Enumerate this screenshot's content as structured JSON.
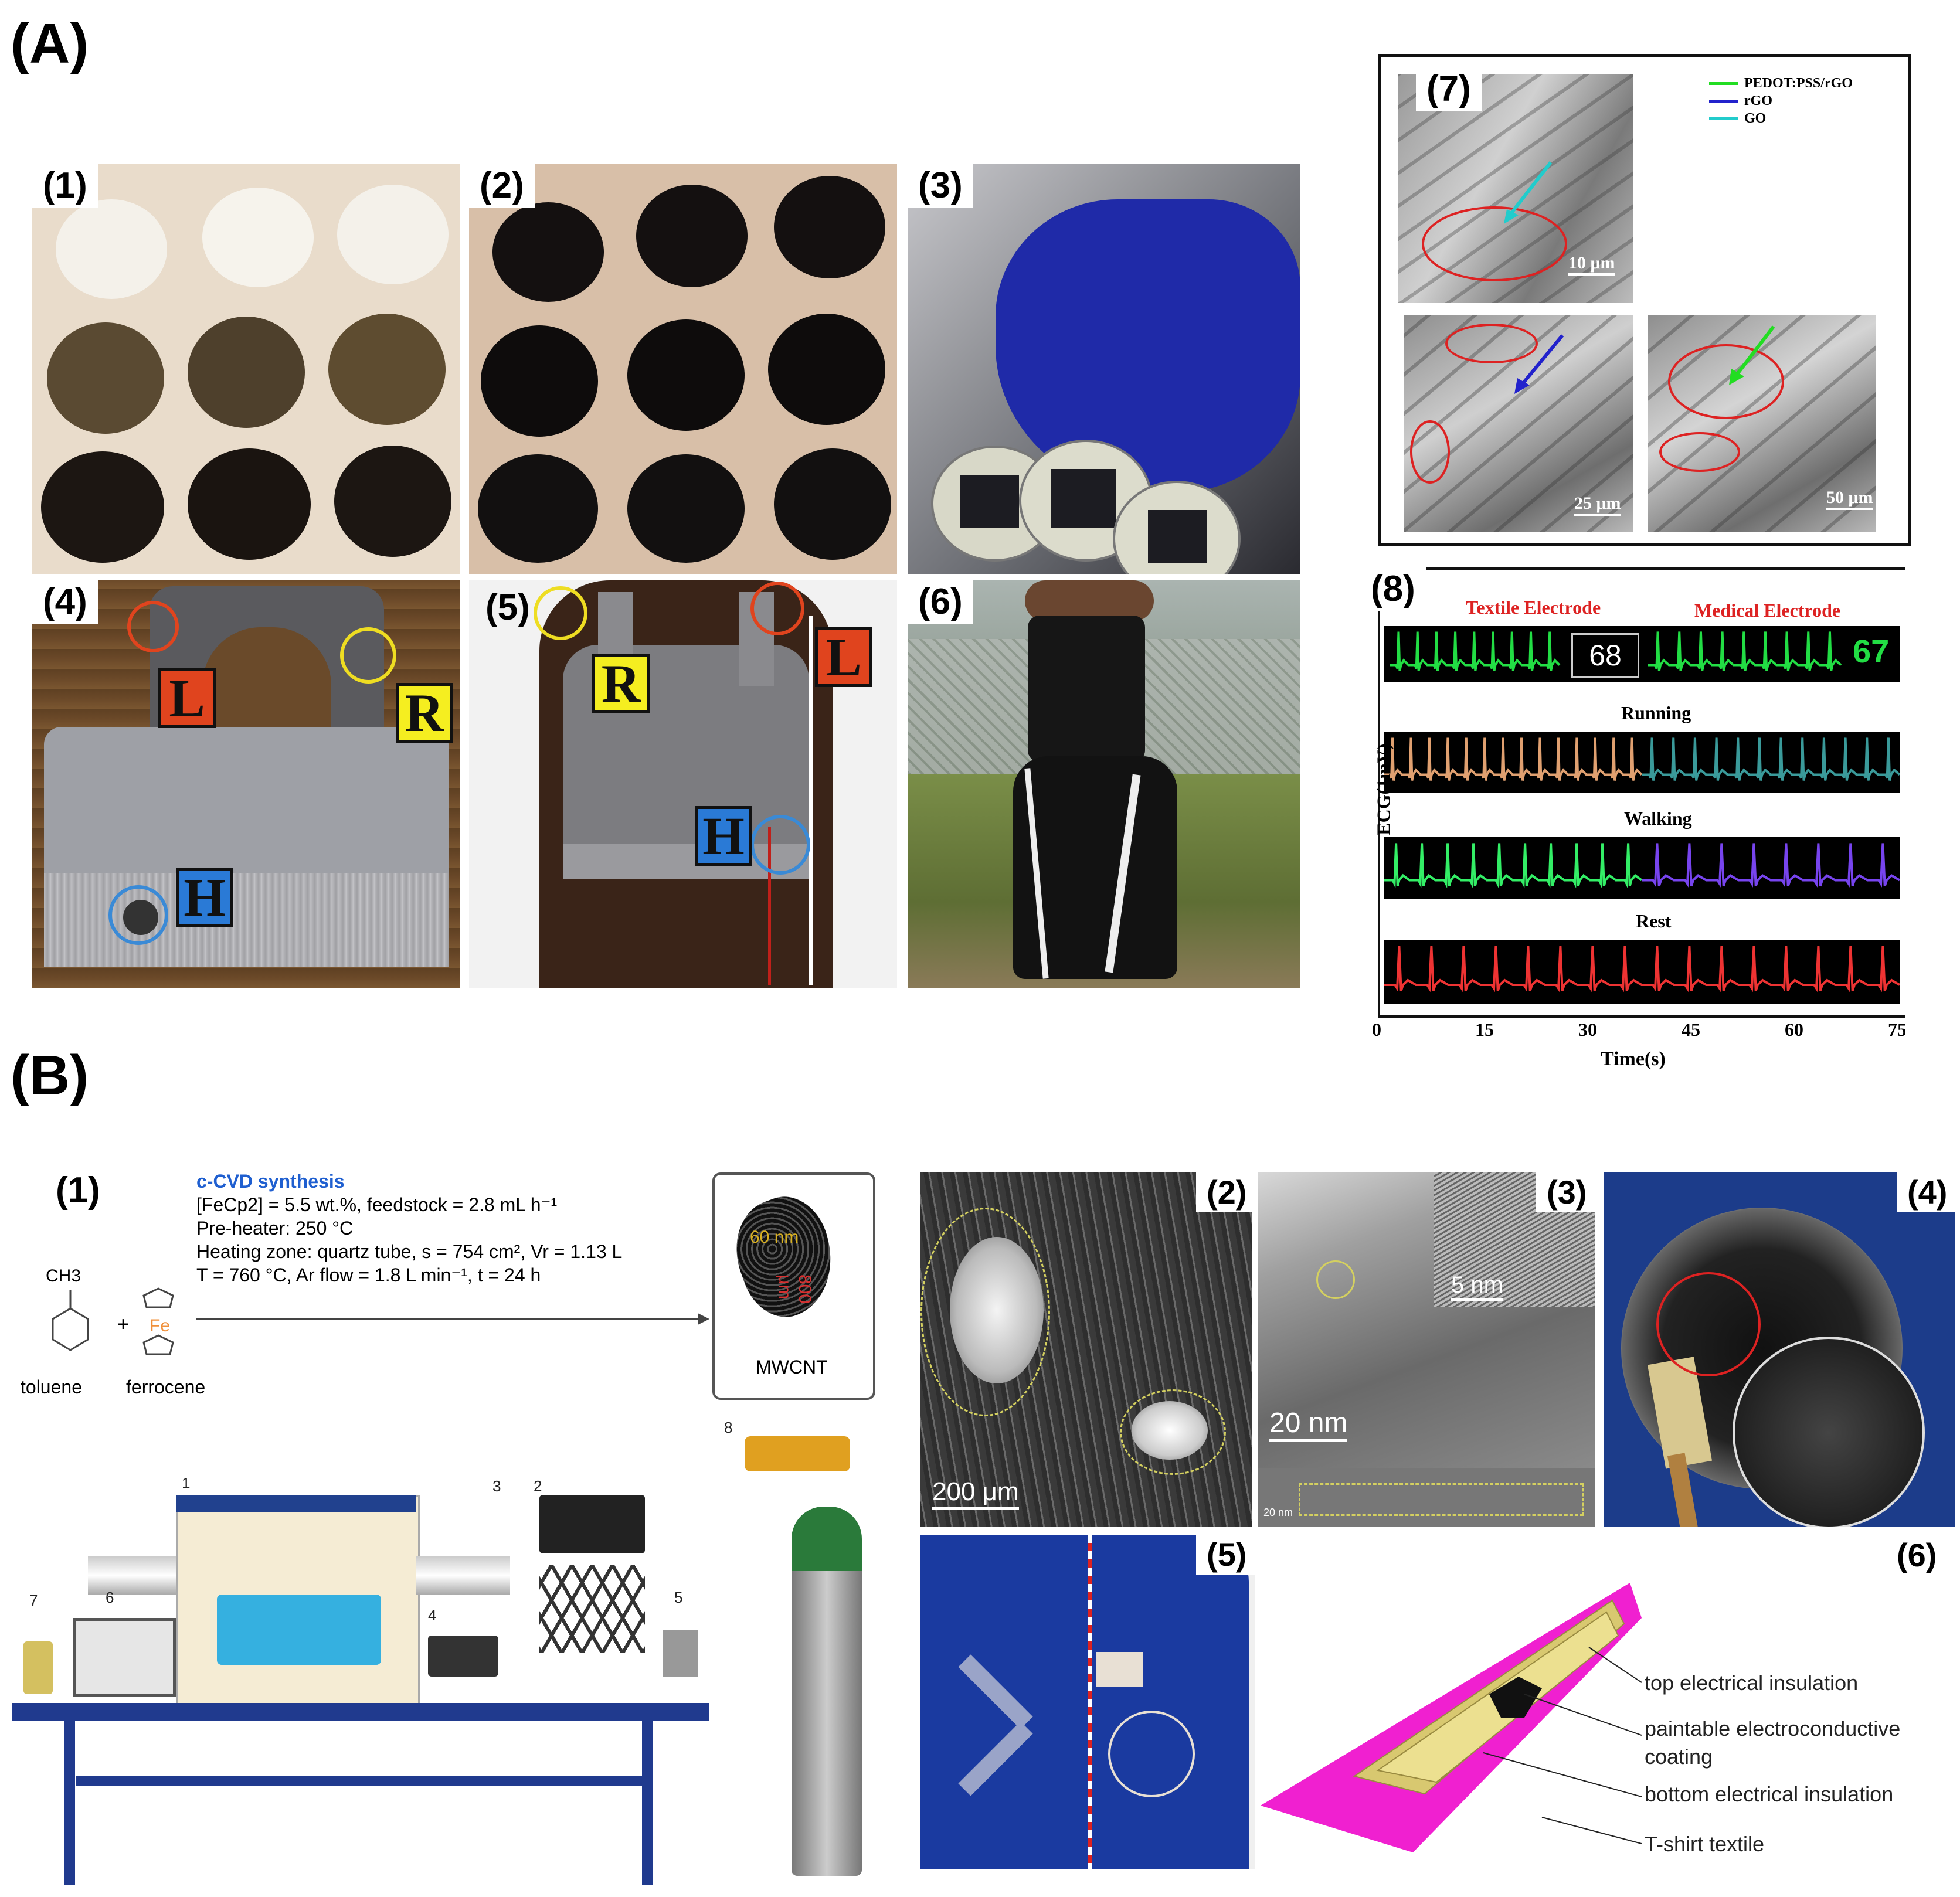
{
  "sections": {
    "A": "(A)",
    "B": "(B)"
  },
  "panelA": {
    "labels": [
      "(1)",
      "(2)",
      "(3)",
      "(4)",
      "(5)",
      "(6)",
      "(7)",
      "(8)"
    ],
    "bra_markers": {
      "L": "L",
      "R": "R",
      "H": "H"
    },
    "sem": {
      "legend": [
        {
          "label": "PEDOT:PSS/rGO",
          "color": "#22dd22"
        },
        {
          "label": "rGO",
          "color": "#2222cc"
        },
        {
          "label": "GO",
          "color": "#22cccc"
        }
      ],
      "scalebars": [
        "10 μm",
        "25 μm",
        "50 μm"
      ]
    },
    "ecg": {
      "textile_label": "Textile Electrode",
      "medical_label": "Medical Electrode",
      "textile_hr": "68",
      "medical_hr": "67",
      "conditions": [
        "Running",
        "Walking",
        "Rest"
      ],
      "ylabel": "ECG(1mV)",
      "xlabel": "Time(s)",
      "xticks": [
        "0",
        "15",
        "30",
        "45",
        "60",
        "75"
      ],
      "colors": {
        "monitor": "#22dd44",
        "running_left": "#e0a070",
        "running_right": "#3a9a9a",
        "walking_left": "#33ee66",
        "walking_right": "#7744ee",
        "rest": "#ee3333",
        "title_red": "#dd2222"
      }
    }
  },
  "panelB": {
    "labels": [
      "(1)",
      "(2)",
      "(3)",
      "(4)",
      "(5)",
      "(6)"
    ],
    "synthesis": {
      "title": "c-CVD synthesis",
      "line1": "[FeCp2] = 5.5 wt.%, feedstock = 2.8 mL h⁻¹",
      "line2": "Pre-heater: 250 °C",
      "line3": "Heating zone: quartz tube, s = 754 cm², Vr = 1.13 L",
      "line4": "T = 760 °C, Ar flow = 1.8 L min⁻¹, t = 24 h",
      "ch3": "CH3",
      "fe": "Fe",
      "toluene": "toluene",
      "ferrocene": "ferrocene",
      "product": "MWCNT",
      "dim_60": "60 nm",
      "dim_800": "800 μm",
      "title_color": "#1f5fd0",
      "temp_color": "#e03020"
    },
    "apparatus_numbers": [
      "1",
      "2",
      "3",
      "4",
      "5",
      "6",
      "7",
      "8"
    ],
    "sem_scale": "200 μm",
    "tem_scale_a": "5 nm",
    "tem_scale_b": "20 nm",
    "tem_scale_c": "20 nm",
    "layers": [
      "top electrical insulation",
      "paintable electroconductive coating",
      "bottom electrical insulation",
      "T-shirt textile"
    ]
  }
}
